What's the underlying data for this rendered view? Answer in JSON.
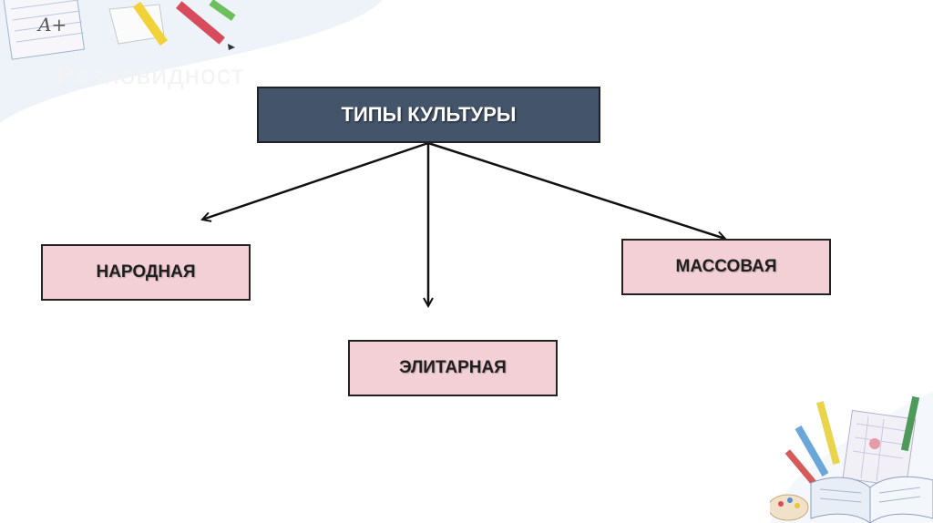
{
  "background_title": "Разновидност",
  "diagram": {
    "root": "ТИПЫ КУЛЬТУРЫ",
    "children": [
      "НАРОДНАЯ",
      "ЭЛИТАРНАЯ",
      "МАССОВАЯ"
    ]
  },
  "decoration": {
    "notebook_text": "A+"
  },
  "colors": {
    "root_fill": "#44546a",
    "child_fill": "#f3cfd6",
    "border": "#222222",
    "arrow": "#111111"
  }
}
